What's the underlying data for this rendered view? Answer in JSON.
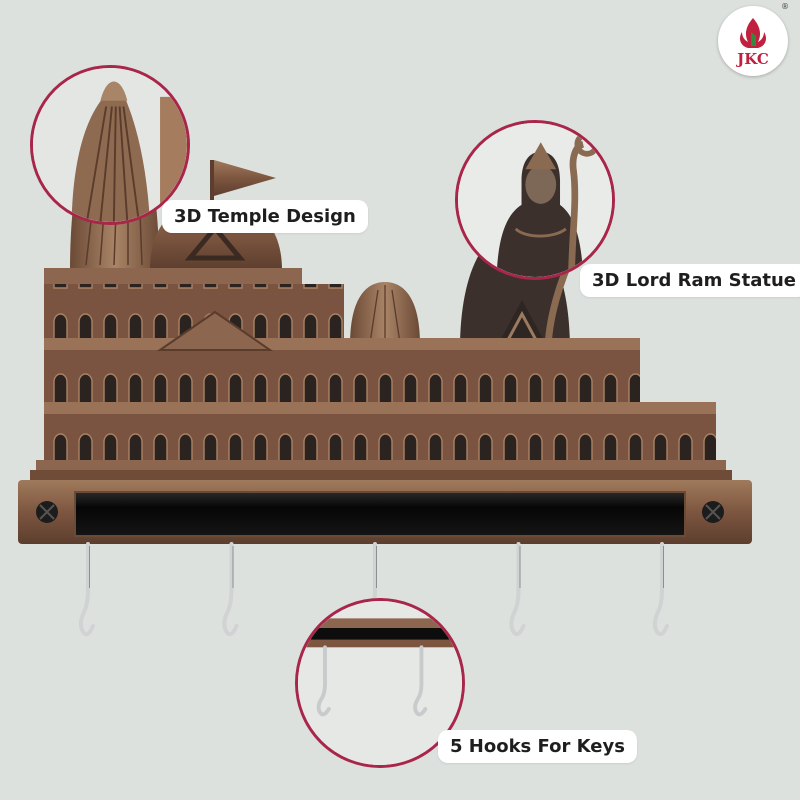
{
  "brand": {
    "logo_text": "JKC",
    "registered_mark": "®",
    "accent_color": "#a8264a",
    "logo_color": "#c0213f"
  },
  "callouts": [
    {
      "label": "3D Temple Design"
    },
    {
      "label": "3D Lord Ram Statue"
    },
    {
      "label": "5 Hooks For Keys"
    }
  ],
  "product": {
    "hook_count": 5,
    "body_color": "#8a6248",
    "plate_color": "#0d0d0d",
    "hook_color": "#d0d2d4"
  }
}
